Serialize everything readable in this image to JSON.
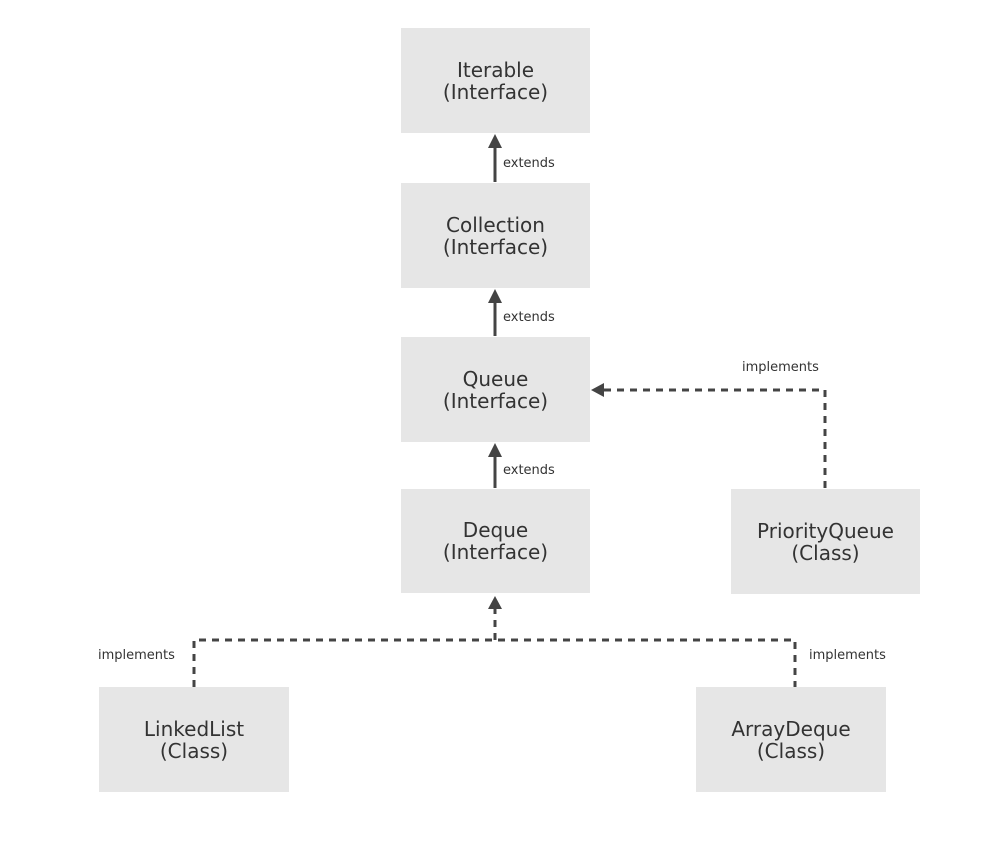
{
  "nodes": {
    "iterable": {
      "name": "Iterable",
      "kind": "(Interface)"
    },
    "collection": {
      "name": "Collection",
      "kind": "(Interface)"
    },
    "queue": {
      "name": "Queue",
      "kind": "(Interface)"
    },
    "deque": {
      "name": "Deque",
      "kind": "(Interface)"
    },
    "priority_queue": {
      "name": "PriorityQueue",
      "kind": "(Class)"
    },
    "linked_list": {
      "name": "LinkedList",
      "kind": "(Class)"
    },
    "array_deque": {
      "name": "ArrayDeque",
      "kind": "(Class)"
    }
  },
  "edges": {
    "collection_to_iterable": "extends",
    "queue_to_collection": "extends",
    "deque_to_queue": "extends",
    "priority_queue_to_queue": "implements",
    "linked_list_to_deque": "implements",
    "array_deque_to_deque": "implements"
  },
  "colors": {
    "box_fill": "#e6e6e6",
    "line": "#444444",
    "text": "#333333",
    "background": "#ffffff"
  }
}
